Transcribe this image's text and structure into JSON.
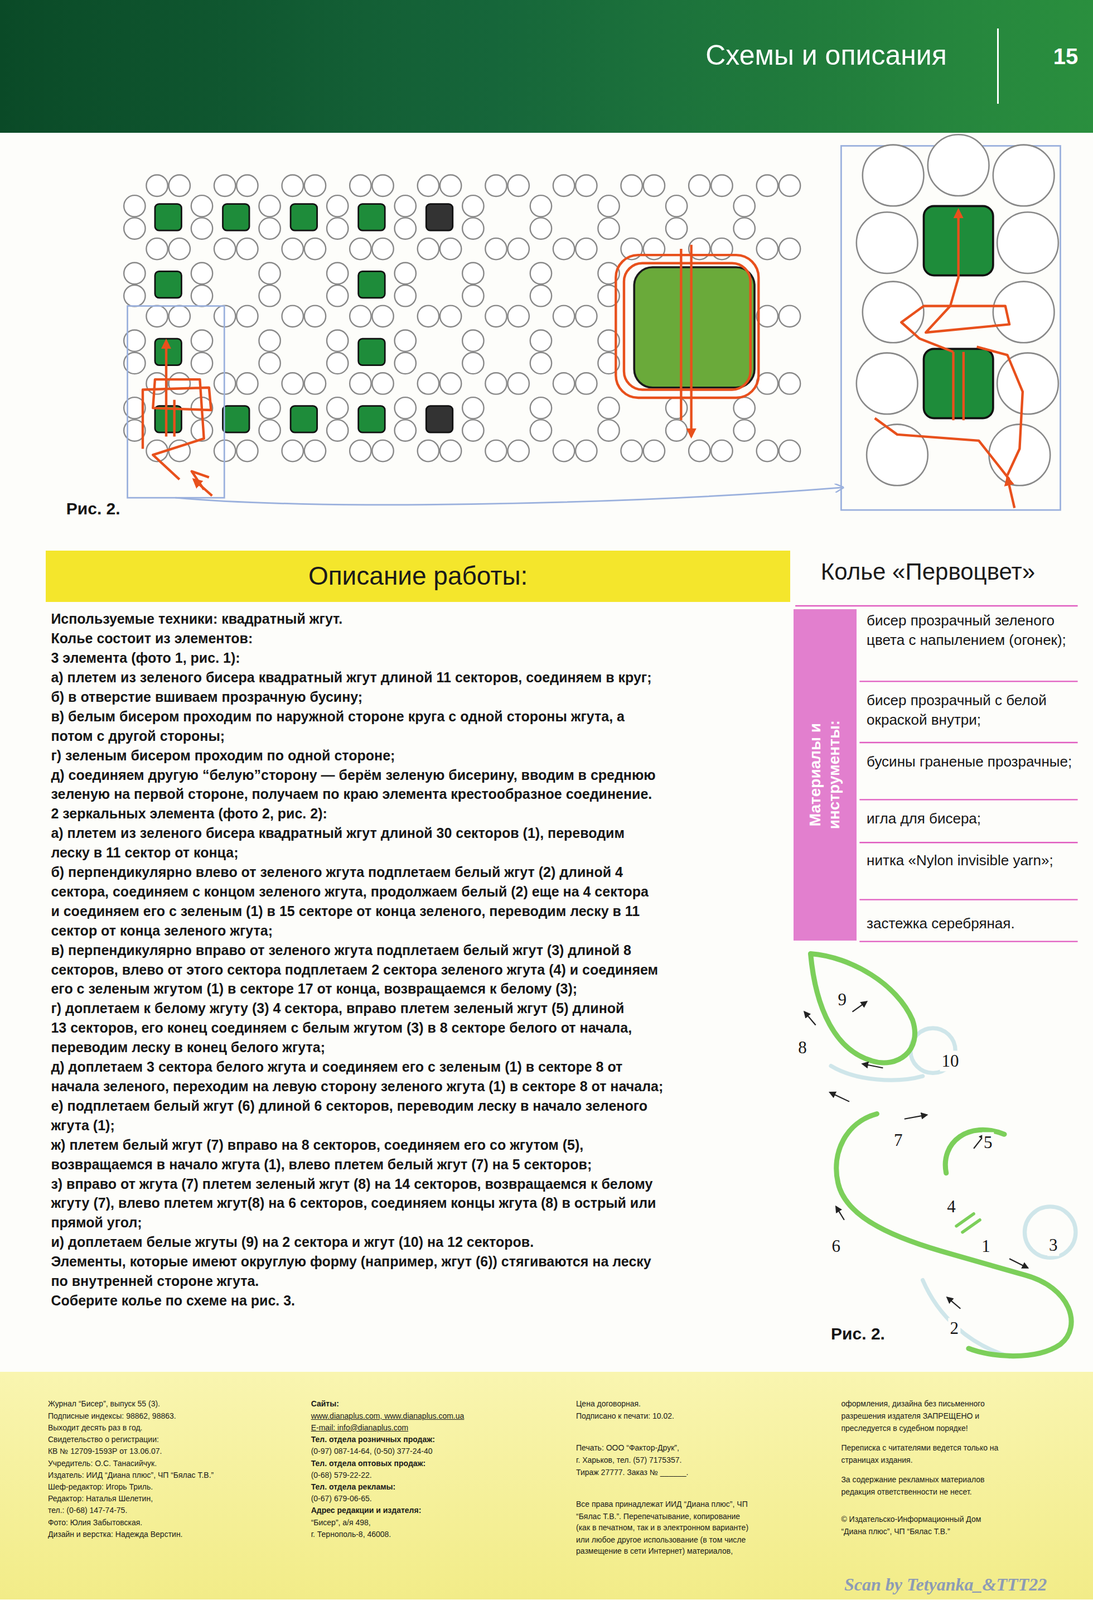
{
  "diagram": {
    "title": "Колье «Первоцвет»",
    "nodes": [
      {
        "text": [
          "Схемы и описания",
          "15"
        ]
      },
      {
        "text": [
          "Описание работы:"
        ]
      },
      {
        "text": [
          "Материалы и инструменты:"
        ]
      },
      {
        "text": [
          "Журнал “Бисер”, выпуск 55 (3).",
          "Подписные индексы: 98862, 98863.",
          "Выходит десять раз в год.",
          "Свидетельство о регистрации:",
          "КВ № 12709-1593Р от 13.06.07.",
          "Учредитель: О.С. Танасийчук.",
          "Издатель: ИИД “Диана плюс”, ЧП “Бялас Т.В.”",
          "Шеф-редактор: Игорь Триль.",
          "Редактор: Наталья Шелетин,",
          "тел.: (0-68) 147-74-75.",
          "Фото: Юлия Забытовская.",
          "Дизайн и верстка: Надежда Верстин.",
          "Сайты:",
          "www.dianaplus.com, www.dianaplus.com.ua",
          "E-mail: info@dianaplus.com",
          "Тел. отдела розничных продаж:",
          "(0-97) 087-14-64, (0-50) 377-24-40",
          "Тел. отдела оптовых продаж:",
          "(0-68) 579-22-22.",
          "Тел. отдела рекламы:",
          "(0-67) 679-06-65.",
          "Адрес редакции и издателя:",
          "“Бисер”, а/я 498,",
          "г. Тернополь-8, 46008.",
          "Цена договорная.",
          "Подписано к печати: 10.02.",
          "Печать: ООО “Фактор-Друк”,",
          "г. Харьков, тел. (57) 7175357.",
          "Тираж 27777. Заказ № ______.",
          "Все права принадлежат ИИД “Диана плюс”, ЧП",
          "“Бялас Т.В.”. Перепечатывание, копирование",
          "(как в печатном, так и в электронном варианте)",
          "или любое другое использование (в том числе",
          "размещение в сети Интернет) материалов,",
          "оформления, дизайна без письменного",
          "разрешения издателя ЗАПРЕЩЕНО и",
          "преследуется в судебном порядке!",
          "Переписка с читателями ведется только на",
          "страницах издания.",
          "За содержание рекламных материалов",
          "редакция ответственности не несет.",
          "© Издательско-Информационный Дом",
          "“Диана плюс”, ЧП “Бялас Т.В.”"
        ]
      }
    ],
    "labels": [
      "Рис. 2.",
      "Используемые техники: квадратный жгут.",
      "Колье состоит из элементов:",
      "3 элемента (фото 1, рис. 1):",
      "а) плетем из зеленого бисера квадратный жгут длиной 11 секторов, соединяем в круг;",
      "б) в отверстие вшиваем прозрачную бусину;",
      "в) белым бисером проходим по наружной стороне круга с одной стороны жгута, а",
      "потом с другой стороны;",
      "г) зеленым бисером проходим по одной стороне;",
      "д) соединяем другую “белую”сторону — берём зеленую бисерину, вводим в среднюю",
      "зеленую на первой стороне, получаем по краю элемента крестообразное соединение.",
      "2 зеркальных элемента (фото 2, рис. 2):",
      "а) плетем из зеленого бисера квадратный жгут длиной 30 секторов (1), переводим",
      "леску в 11 сектор от конца;",
      "б) перпендикулярно влево от зеленого жгута подплетаем белый жгут (2) длиной 4",
      "сектора, соединяем с концом зеленого жгута, продолжаем белый (2) еще на 4 сектора",
      "и соединяем его с зеленым (1) в 15 секторе от конца зеленого, переводим леску в 11",
      "сектор от конца зеленого жгута;",
      "в) перпендикулярно вправо от зеленого жгута подплетаем белый жгут (3) длиной 8",
      "секторов, влево от этого сектора подплетаем 2 сектора зеленого жгута (4) и соединяем",
      "его с зеленым жгутом (1) в секторе 17 от конца, возвращаемся к белому (3);",
      "г) доплетаем к белому жгуту (3) 4 сектора, вправо плетем зеленый жгут (5) длиной",
      "13 секторов, его конец соединяем с белым жгутом (3) в 8 секторе белого от начала,",
      "переводим леску в конец белого жгута;",
      "д) доплетаем 3 сектора белого жгута и соединяем его с зеленым (1) в секторе 8 от",
      "начала зеленого, переходим на левую сторону зеленого жгута (1) в секторе 8 от начала;",
      "е) подплетаем белый жгут (6) длиной 6 секторов, переводим леску в начало зеленого",
      "жгута (1);",
      "ж) плетем белый жгут (7) вправо на 8 секторов, соединяем его со жгутом (5),",
      "возвращаемся в начало жгута (1), влево плетем белый жгут (7) на 5 секторов;",
      "з) вправо от жгута (7) плетем зеленый жгут (8) на 14 секторов, возвращаемся к белому",
      "жгуту (7), влево плетем жгут(8) на 6 секторов, соединяем концы жгута (8) в острый или",
      "прямой угол;",
      "и) доплетаем белые жгуты (9) на 2 сектора и жгут (10) на 12 секторов.",
      "Элементы, которые имеют округлую форму (например, жгут (6)) стягиваются на леску",
      "по внутренней стороне жгута.",
      "Соберите колье по схеме на рис. 3.",
      "бисер прозрачный зеленого цвета с напылением (огонек);",
      "бисер прозрачный с белой окраской внутри;",
      "бусины граненые прозрачные;",
      "игла для бисера;",
      "нитка «Nylon invisible yarn»;",
      "застежка серебряная.",
      "9",
      "8",
      "10",
      "7",
      "5",
      "4",
      "1",
      "3",
      "6",
      "2",
      "Рис. 2.",
      "Scan by Tetyanka_&TTT22"
    ]
  }
}
